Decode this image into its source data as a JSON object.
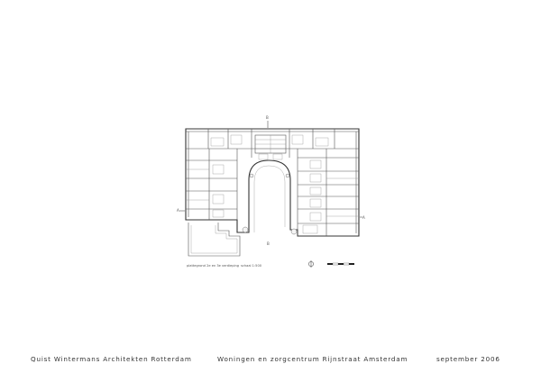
{
  "drawing": {
    "caption": "plattegrond 2e en 3e verdieping",
    "scale": "schaal 1:500",
    "markers": {
      "top": "B",
      "left": "A",
      "right": "A",
      "bottom": "B"
    }
  },
  "footer": {
    "office": "Quist Wintermans Architekten Rotterdam",
    "project": "Woningen en zorgcentrum Rijnstraat Amsterdam",
    "date": "september 2006"
  }
}
